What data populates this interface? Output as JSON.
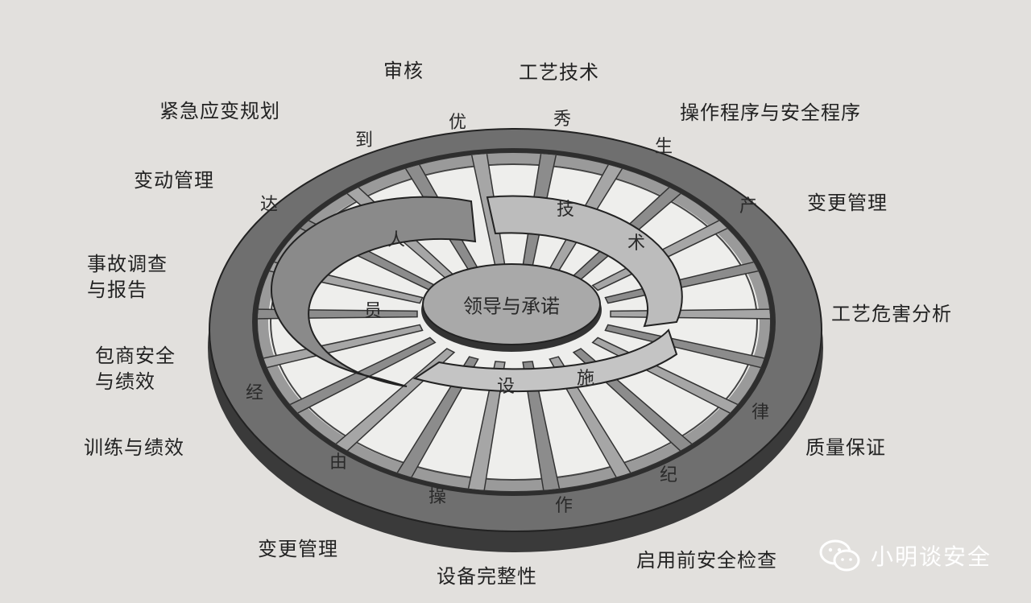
{
  "diagram": {
    "center_label": "领导与承诺",
    "outer_ring_text": [
      "到",
      "优",
      "秀",
      "生",
      "产",
      "律",
      "纪",
      "作",
      "操",
      "由",
      "经",
      "达"
    ],
    "inner_ring_text": {
      "people": [
        "人",
        "员"
      ],
      "technology": [
        "技",
        "术"
      ],
      "facilities": [
        "设",
        "施"
      ]
    },
    "elements": {
      "audit": "审核",
      "process_technology": "工艺技术",
      "emergency_planning": "紧急应变规划",
      "operating_procedures": "操作程序与安全程序",
      "change_management_left": "变动管理",
      "change_management_right": "变更管理",
      "incident_investigation": "事故调查与报告",
      "process_hazard_analysis": "工艺危害分析",
      "contractor_safety": "包商安全与绩效",
      "quality_assurance": "质量保证",
      "training": "训练与绩效",
      "change_management_bottom": "变更管理",
      "pre_startup_review": "启用前安全检查",
      "equipment_integrity": "设备完整性"
    }
  },
  "watermark": {
    "text": "小明谈安全",
    "icon": "wechat-icon"
  }
}
